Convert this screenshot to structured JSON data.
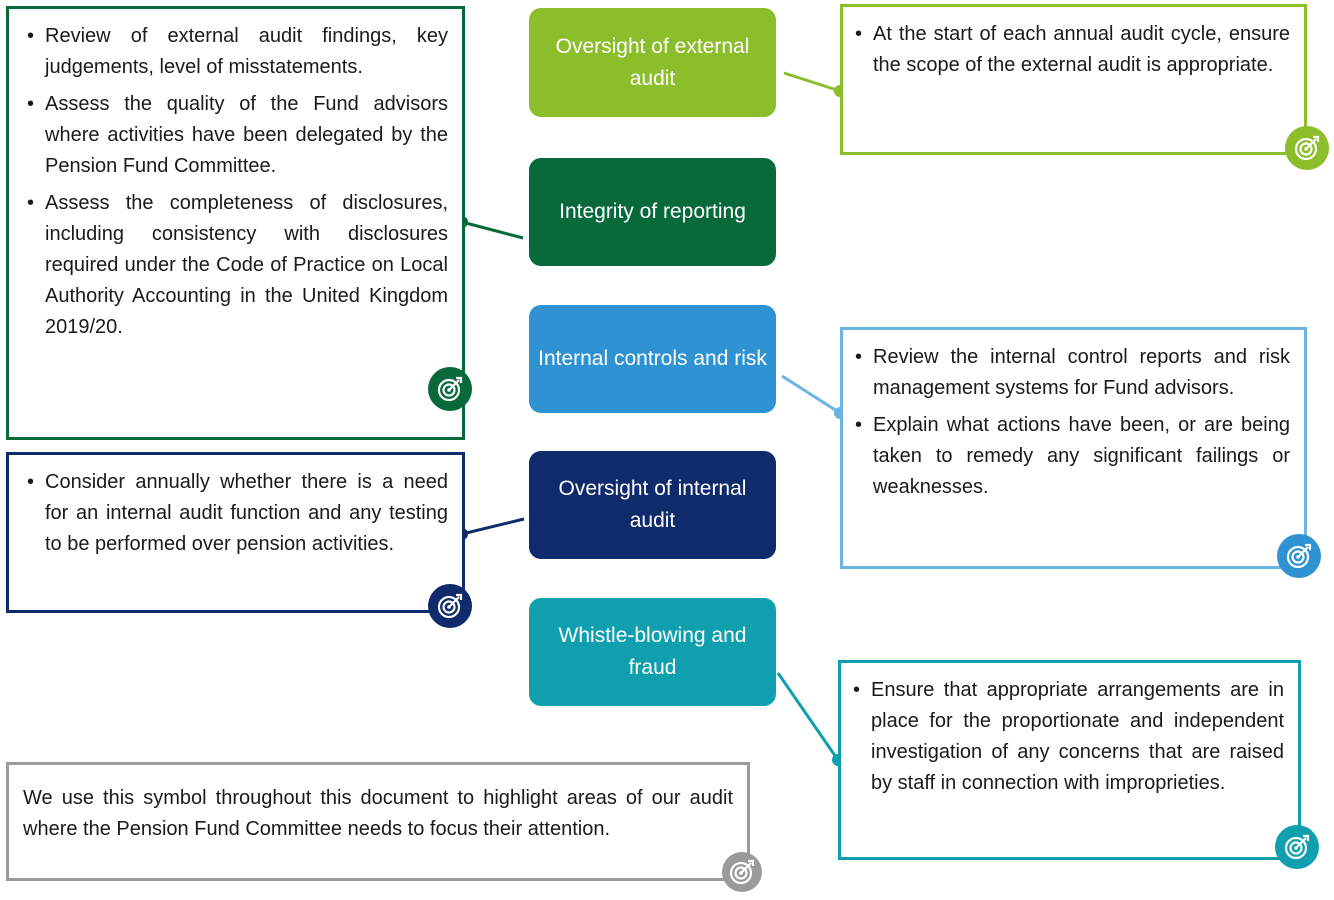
{
  "colors": {
    "external": "#8cbd2a",
    "reporting": "#08693a",
    "controls": "#2e92d3",
    "internal_audit": "#0f2b6b",
    "whistle": "#0f9fae",
    "note": "#9a9a9a"
  },
  "icon": "target-icon",
  "categories": [
    {
      "id": "external",
      "label": "Oversight of external audit"
    },
    {
      "id": "reporting",
      "label": "Integrity of reporting"
    },
    {
      "id": "controls",
      "label": "Internal controls and risk"
    },
    {
      "id": "internal_audit",
      "label": "Oversight of internal audit"
    },
    {
      "id": "whistle",
      "label": "Whistle-blowing and fraud"
    }
  ],
  "boxes": {
    "reporting": [
      "Review of external audit findings, key judgements, level of misstatements.",
      "Assess the quality of the Fund advisors where activities have been delegated by the Pension Fund Committee.",
      "Assess the completeness of disclosures, including consistency with disclosures required under the Code of Practice on Local Authority Accounting in the United Kingdom 2019/20."
    ],
    "internal_audit": [
      "Consider annually whether there is a need for an internal audit function and any testing to be performed over pension activities."
    ],
    "external": [
      "At the start of each annual audit cycle, ensure the scope of the external audit is appropriate."
    ],
    "controls": [
      "Review the internal control reports and risk management systems for Fund advisors.",
      "Explain what actions have been, or are being taken to remedy any significant failings or weaknesses."
    ],
    "whistle": [
      "Ensure that appropriate arrangements are in place for the proportionate and independent investigation of any concerns that are raised by staff in connection with improprieties."
    ]
  },
  "note": "We use this symbol throughout this document to highlight areas of our audit where the Pension Fund Committee needs to focus their attention."
}
